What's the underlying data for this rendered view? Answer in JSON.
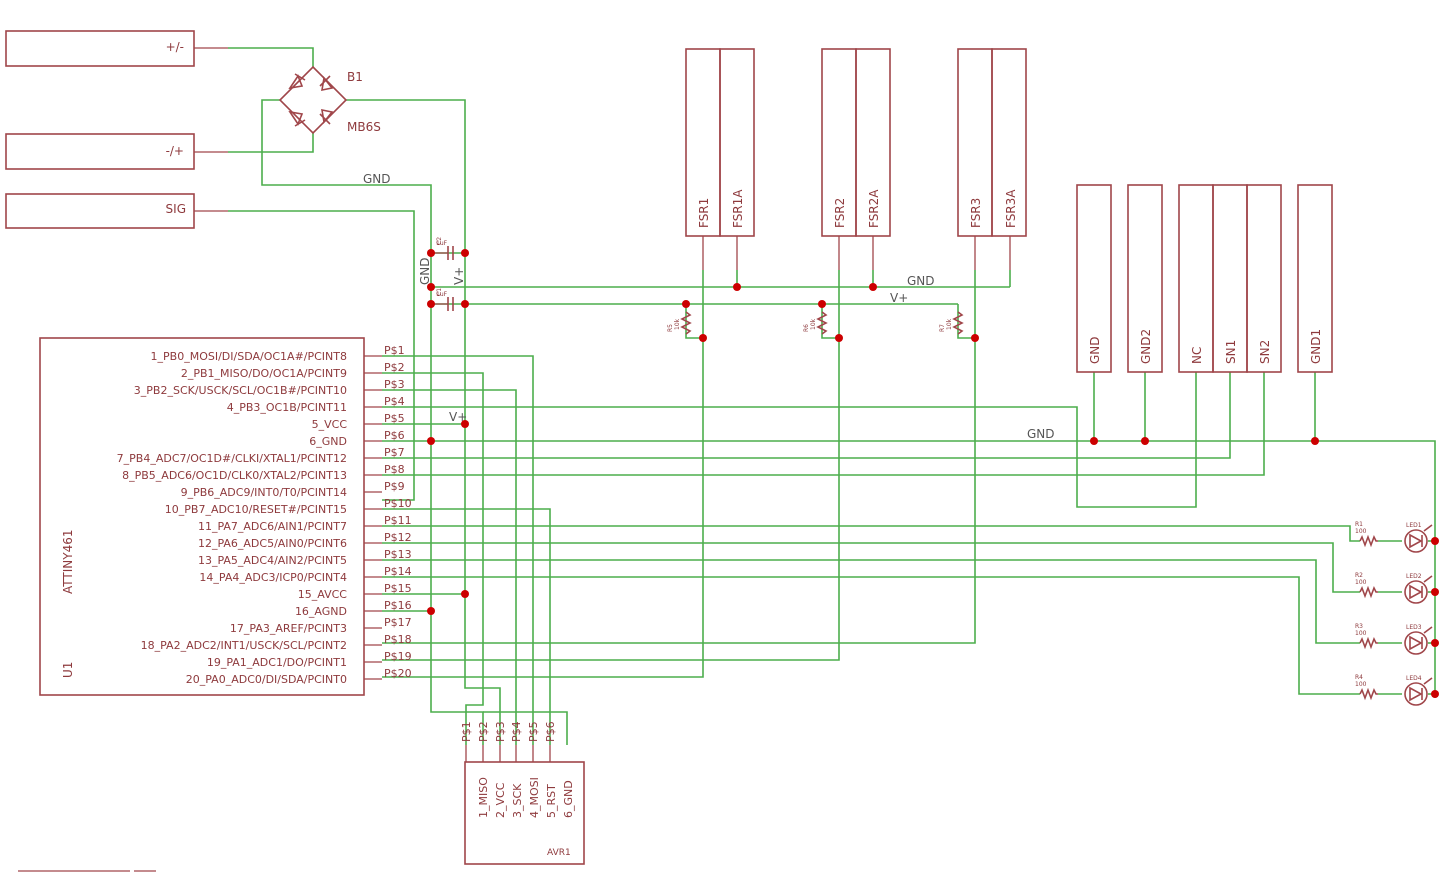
{
  "terminals": [
    {
      "label": "+/-"
    },
    {
      "label": "-/+"
    },
    {
      "label": "SIG"
    }
  ],
  "bridge": {
    "name": "B1",
    "value": "MB6S"
  },
  "caps": [
    {
      "name": "C2",
      "value": "1uF"
    },
    {
      "name": "C1",
      "value": "1uF"
    }
  ],
  "rail_labels": {
    "gnd": "GND",
    "vplus": "V+"
  },
  "fsr": [
    {
      "a": "FSR1",
      "b": "FSR1A"
    },
    {
      "a": "FSR2",
      "b": "FSR2A"
    },
    {
      "a": "FSR3",
      "b": "FSR3A"
    }
  ],
  "fsr_resistors": [
    {
      "name": "R5",
      "value": "10k"
    },
    {
      "name": "R6",
      "value": "10k"
    },
    {
      "name": "R7",
      "value": "10k"
    }
  ],
  "connectors": [
    {
      "label": "GND"
    },
    {
      "label": "GND2"
    },
    {
      "label": "NC"
    },
    {
      "label": "SN1"
    },
    {
      "label": "SN2"
    },
    {
      "label": "GND1"
    }
  ],
  "mcu": {
    "name": "U1",
    "value": "ATTINY461",
    "pins": [
      {
        "name": "1_PB0_MOSI/DI/SDA/OC1A#/PCINT8",
        "pad": "P$1"
      },
      {
        "name": "2_PB1_MISO/DO/OC1A/PCINT9",
        "pad": "P$2"
      },
      {
        "name": "3_PB2_SCK/USCK/SCL/OC1B#/PCINT10",
        "pad": "P$3"
      },
      {
        "name": "4_PB3_OC1B/PCINT11",
        "pad": "P$4"
      },
      {
        "name": "5_VCC",
        "pad": "P$5"
      },
      {
        "name": "6_GND",
        "pad": "P$6"
      },
      {
        "name": "7_PB4_ADC7/OC1D#/CLKI/XTAL1/PCINT12",
        "pad": "P$7"
      },
      {
        "name": "8_PB5_ADC6/OC1D/CLK0/XTAL2/PCINT13",
        "pad": "P$8"
      },
      {
        "name": "9_PB6_ADC9/INT0/T0/PCINT14",
        "pad": "P$9"
      },
      {
        "name": "10_PB7_ADC10/RESET#/PCINT15",
        "pad": "P$10"
      },
      {
        "name": "11_PA7_ADC6/AIN1/PCINT7",
        "pad": "P$11"
      },
      {
        "name": "12_PA6_ADC5/AIN0/PCINT6",
        "pad": "P$12"
      },
      {
        "name": "13_PA5_ADC4/AIN2/PCINT5",
        "pad": "P$13"
      },
      {
        "name": "14_PA4_ADC3/ICP0/PCINT4",
        "pad": "P$14"
      },
      {
        "name": "15_AVCC",
        "pad": "P$15"
      },
      {
        "name": "16_AGND",
        "pad": "P$16"
      },
      {
        "name": "17_PA3_AREF/PCINT3",
        "pad": "P$17"
      },
      {
        "name": "18_PA2_ADC2/INT1/USCK/SCL/PCINT2",
        "pad": "P$18"
      },
      {
        "name": "19_PA1_ADC1/DO/PCINT1",
        "pad": "P$19"
      },
      {
        "name": "20_PA0_ADC0/DI/SDA/PCINT0",
        "pad": "P$20"
      }
    ]
  },
  "isp": {
    "name": "AVR1",
    "pads": [
      "P$1",
      "P$2",
      "P$3",
      "P$4",
      "P$5",
      "P$6"
    ],
    "pins": [
      "1_MISO",
      "2_VCC",
      "3_SCK",
      "4_MOSI",
      "5_RST",
      "6_GND"
    ]
  },
  "leds": [
    {
      "r": "R1",
      "rv": "100",
      "led": "LED1"
    },
    {
      "r": "R2",
      "rv": "100",
      "led": "LED2"
    },
    {
      "r": "R3",
      "rv": "100",
      "led": "LED3"
    },
    {
      "r": "R4",
      "rv": "100",
      "led": "LED4"
    }
  ]
}
